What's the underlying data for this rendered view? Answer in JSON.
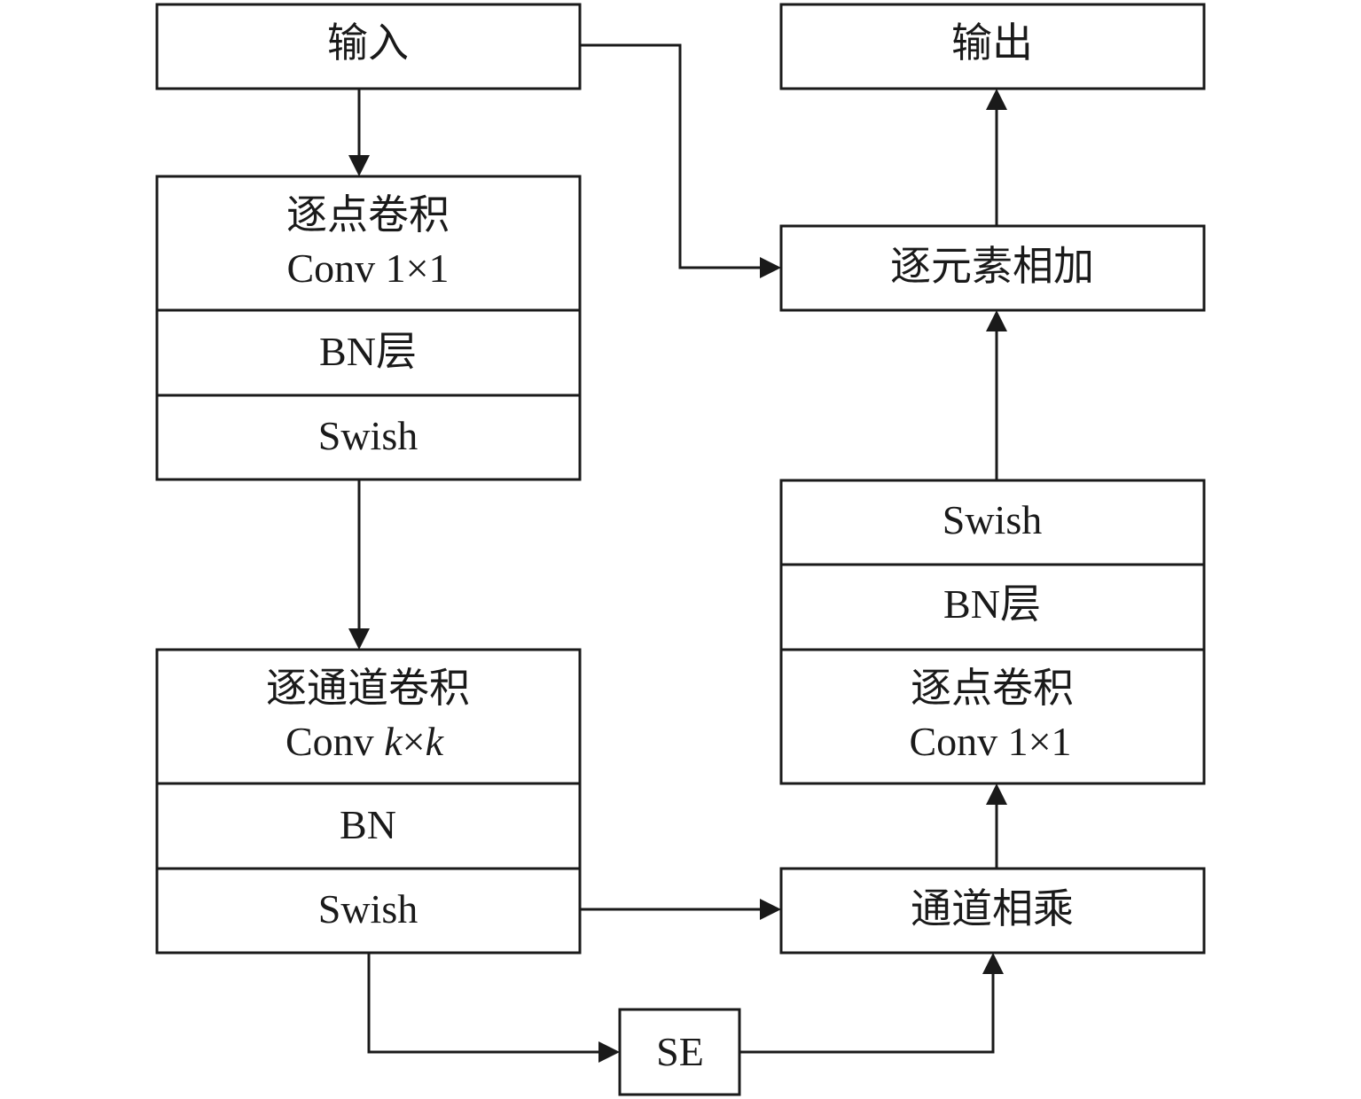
{
  "input_label": "输入",
  "output_label": "输出",
  "left_block1": {
    "conv_name": "逐点卷积",
    "conv_spec": "Conv 1×1",
    "bn": "BN层",
    "act": "Swish"
  },
  "left_block2": {
    "conv_name": "逐通道卷积",
    "conv_prefix": "Conv ",
    "k1": "k",
    "times": "×",
    "k2": "k",
    "bn": "BN",
    "act": "Swish"
  },
  "se_label": "SE",
  "channel_mult_label": "通道相乘",
  "right_block": {
    "act": "Swish",
    "bn": "BN层",
    "conv_name": "逐点卷积",
    "conv_spec": "Conv 1×1"
  },
  "elementwise_add_label": "逐元素相加"
}
